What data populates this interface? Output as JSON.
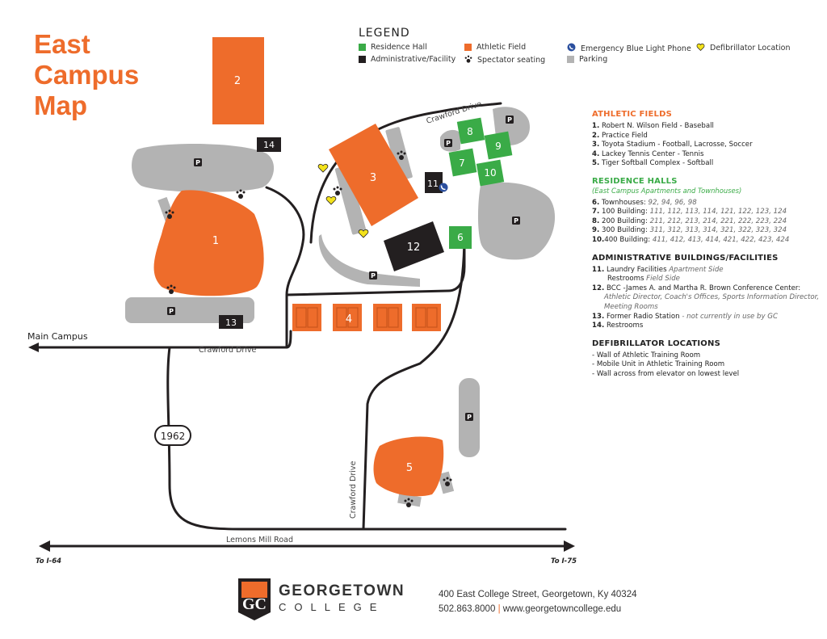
{
  "title": {
    "line1": "East",
    "line2": "Campus",
    "line3": "Map"
  },
  "legend": {
    "title": "LEGEND",
    "items": [
      {
        "label": "Residence Hall",
        "color": "#3aab47",
        "icon": "green-square"
      },
      {
        "label": "Administrative/Facility",
        "color": "#231f20",
        "icon": "black-square"
      },
      {
        "label": "Athletic Field",
        "color": "#ee6c2b",
        "icon": "orange-square"
      },
      {
        "label": "Spectator seating",
        "color": "#231f20",
        "icon": "paw-icon"
      },
      {
        "label": "Emergency Blue Light Phone",
        "color": "#2b4f9e",
        "icon": "phone-icon"
      },
      {
        "label": "Parking",
        "color": "#b3b3b3",
        "icon": "gray-square"
      },
      {
        "label": "Defibrillator Location",
        "color": "#f3e21b",
        "icon": "heart-icon"
      }
    ]
  },
  "map": {
    "fields": [
      "1",
      "2",
      "3",
      "4",
      "5"
    ],
    "residence": [
      "6",
      "7",
      "8",
      "9",
      "10"
    ],
    "admin": [
      "11",
      "12",
      "13",
      "14"
    ],
    "parking_label": "P",
    "route_label": "1962",
    "main_campus": "Main Campus",
    "roads": {
      "crawford_north": "Crawford Drive",
      "crawford_west": "Crawford Drive",
      "crawford_south": "Crawford Drive",
      "lemons_mill": "Lemons Mill Road"
    },
    "to_i64": "To I-64",
    "to_i75": "To I-75"
  },
  "athletic_fields": {
    "heading": "ATHLETIC FIELDS",
    "items": [
      {
        "num": "1.",
        "name": "Robert N. Wilson Field",
        "detail": " - Baseball"
      },
      {
        "num": "2.",
        "name": "Practice Field",
        "detail": ""
      },
      {
        "num": "3.",
        "name": "Toyota Stadium",
        "detail": " - Football, Lacrosse, Soccer"
      },
      {
        "num": "4.",
        "name": "Lackey Tennis Center",
        "detail": " - Tennis"
      },
      {
        "num": "5.",
        "name": "Tiger Softball Complex",
        "detail": " - Softball"
      }
    ]
  },
  "residence_halls": {
    "heading": "RESIDENCE HALLS",
    "sub": "(East Campus Apartments and Townhouses)",
    "items": [
      {
        "num": "6.",
        "name": "Townhouses: ",
        "detail": "92, 94, 96, 98"
      },
      {
        "num": "7.",
        "name": "100 Building: ",
        "detail": "111, 112, 113, 114, 121, 122, 123, 124"
      },
      {
        "num": "8.",
        "name": "200 Building: ",
        "detail": "211, 212, 213, 214, 221, 222, 223, 224"
      },
      {
        "num": "9.",
        "name": "300 Building: ",
        "detail": "311, 312, 313, 314, 321, 322, 323, 324"
      },
      {
        "num": "10.",
        "name": "400 Building: ",
        "detail": "411, 412, 413, 414, 421, 422, 423, 424"
      }
    ]
  },
  "admin_buildings": {
    "heading": "ADMINISTRATIVE BUILDINGS/FACILITIES",
    "items": [
      {
        "num": "11.",
        "name": "Laundry Facilities",
        "detail": "Apartment Side"
      },
      {
        "num": "",
        "name": "Restrooms",
        "detail": "Field Side"
      },
      {
        "num": "12.",
        "name": "BCC -James A. and Martha R. Brown Conference Center:",
        "detail": "Athletic Director, Coach's Offices, Sports Information Director, Meeting Rooms"
      },
      {
        "num": "13.",
        "name": "Former Radio Station",
        "detail": " - not currently in use by GC"
      },
      {
        "num": "14.",
        "name": "Restrooms",
        "detail": ""
      }
    ]
  },
  "defib": {
    "heading": "DEFIBRILLATOR LOCATIONS",
    "items": [
      "- Wall of Athletic Training Room",
      "- Mobile Unit in Athletic Training Room",
      "- Wall across from elevator on lowest level"
    ]
  },
  "footer": {
    "brand_top": "GEORGETOWN",
    "brand_bottom": "COLLEGE",
    "address": "400 East College Street, Georgetown, Ky 40324",
    "phone": "502.863.8000",
    "separator": "|",
    "website": "www.georgetowncollege.edu"
  },
  "colors": {
    "orange": "#ee6c2b",
    "green": "#3aab47",
    "black": "#231f20",
    "gray": "#b3b3b3",
    "yellow": "#f3e21b",
    "blue": "#2b4f9e"
  }
}
